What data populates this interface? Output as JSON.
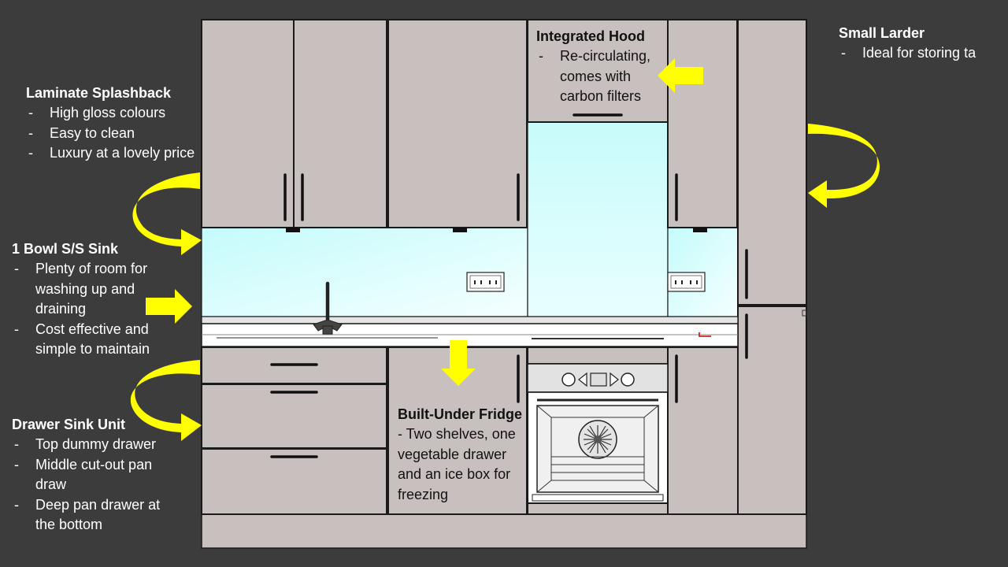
{
  "colors": {
    "background": "#3c3c3c",
    "cabinet": "#c7c0bf",
    "outline": "#1a1a1a",
    "splashback": "#ccfcfc",
    "arrow": "#ffff00",
    "text_light": "#ffffff",
    "text_dark": "#111111"
  },
  "annotations": {
    "splashback": {
      "heading": "Laminate Splashback",
      "points": [
        "High gloss colours",
        "Easy to clean",
        "Luxury at a lovely price"
      ]
    },
    "sink": {
      "heading": "1 Bowl S/S Sink",
      "points": [
        "Plenty of room for washing up and draining",
        "Cost effective and simple to maintain"
      ]
    },
    "drawer_unit": {
      "heading": "Drawer Sink Unit",
      "points": [
        "Top dummy drawer",
        "Middle cut-out pan draw",
        "Deep pan drawer at the bottom"
      ]
    },
    "hood": {
      "heading": "Integrated Hood",
      "points": [
        "Re-circulating, comes with carbon filters"
      ]
    },
    "larder": {
      "heading": "Small Larder",
      "points": [
        "Ideal for storing ta"
      ]
    },
    "fridge": {
      "heading": "Built-Under Fridge",
      "text": "- Two shelves, one vegetable drawer and an ice box for freezing"
    }
  },
  "icons": [
    "curved-arrow-icon",
    "straight-arrow-icon",
    "double-socket-icon",
    "tap-icon",
    "oven-fan-icon"
  ]
}
